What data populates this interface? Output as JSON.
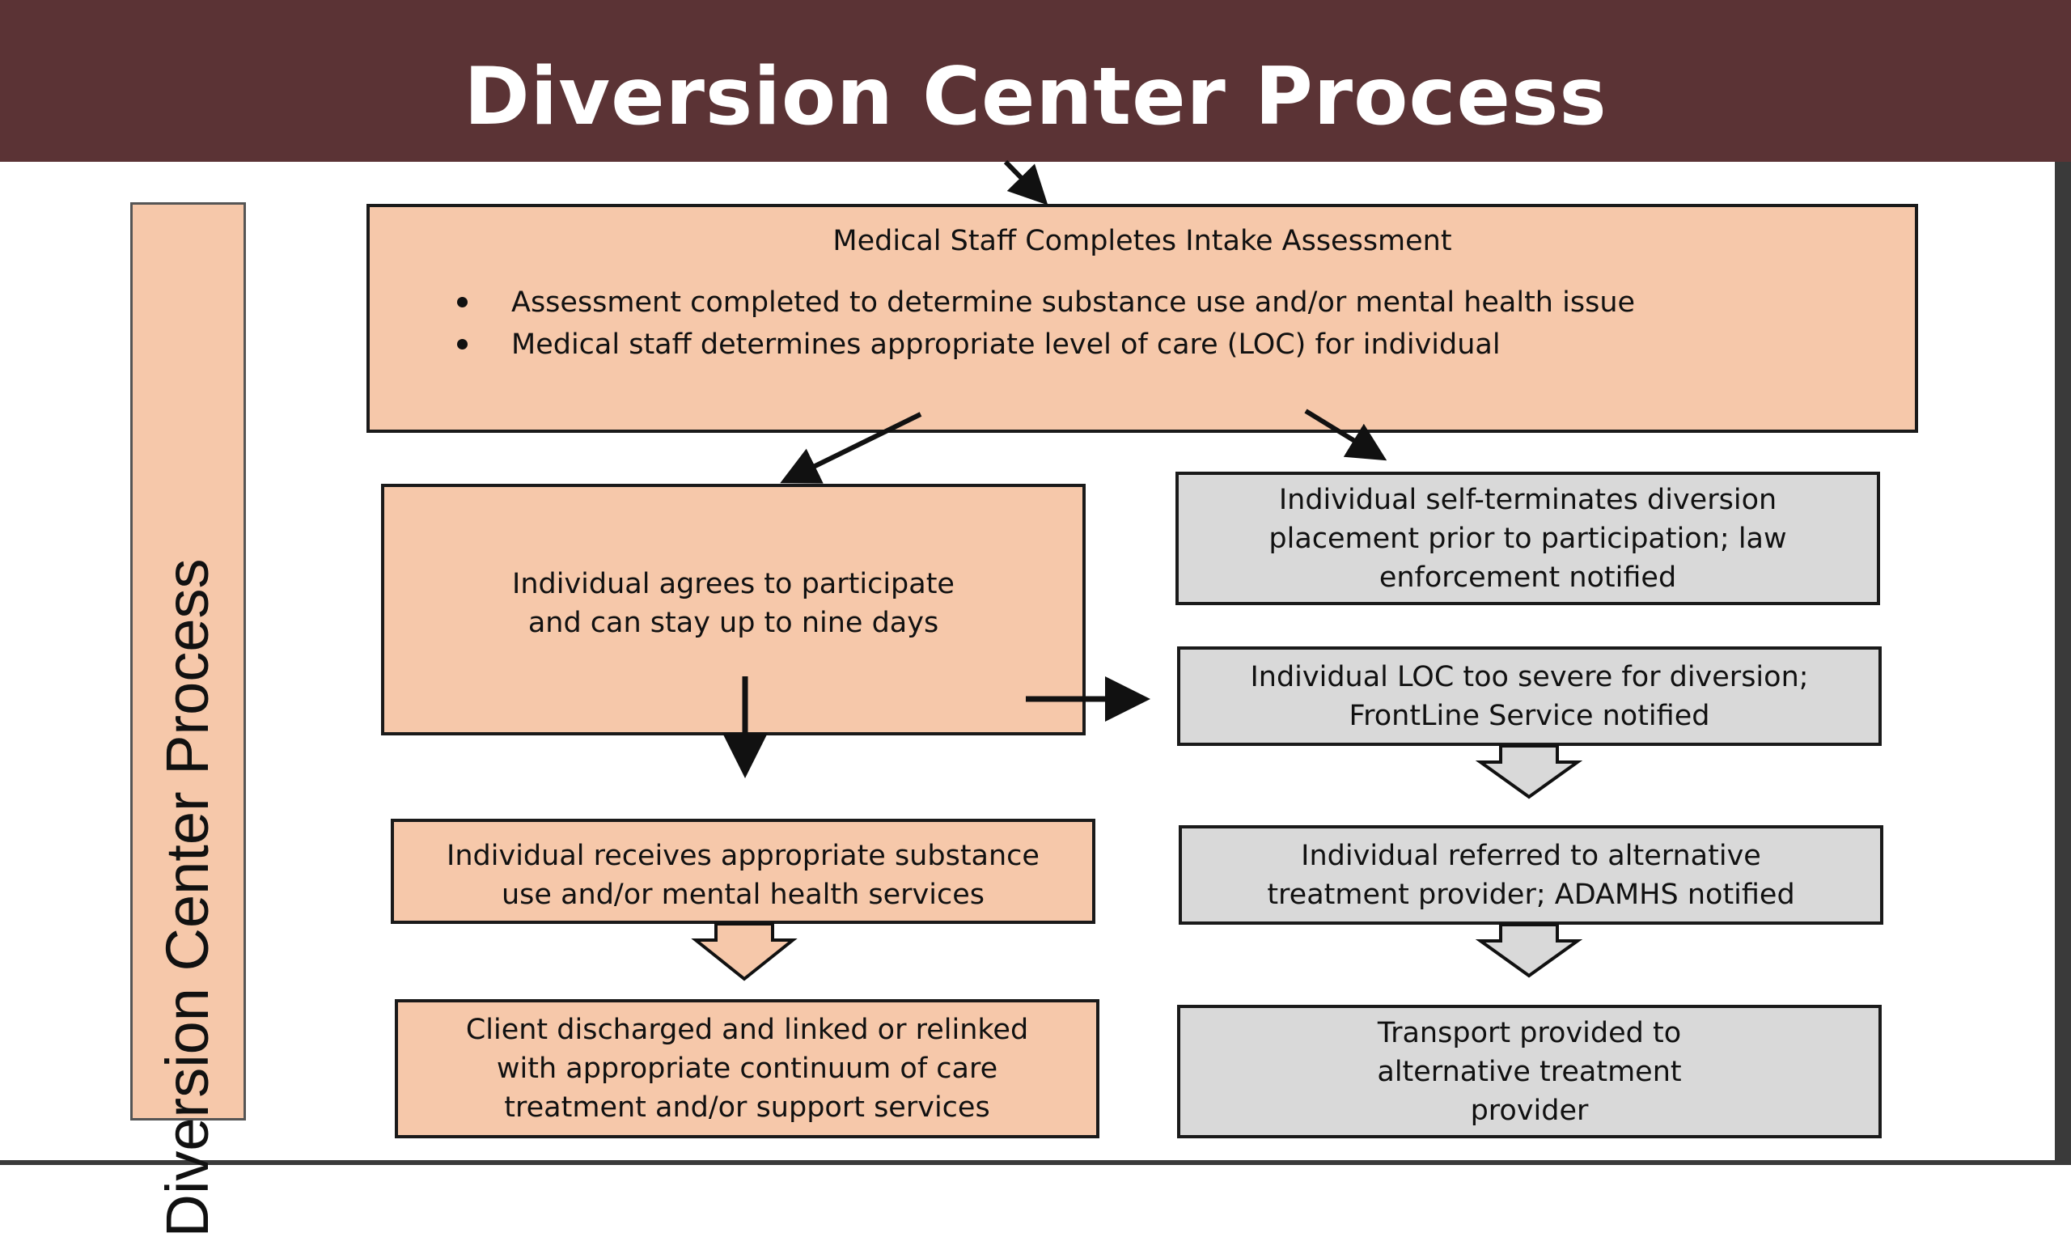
{
  "header": {
    "title": "Diversion Center Process"
  },
  "sidebar": {
    "label": "Diversion Center Process"
  },
  "intake": {
    "title": "Medical Staff Completes Intake Assessment",
    "bullets": [
      "Assessment completed to determine substance use and/or mental health issue",
      "Medical staff determines appropriate level of care (LOC) for individual"
    ]
  },
  "left_column": {
    "participate": "Individual agrees to participate and can stay up to nine days",
    "services": "Individual receives appropriate substance use and/or mental health services",
    "discharged": "Client discharged and linked or relinked with appropriate continuum of care treatment and/or support services"
  },
  "right_column": {
    "self_terminates": "Individual self-terminates diversion placement prior to participation; law enforcement notified",
    "too_severe": "Individual LOC too severe for diversion; FrontLine Service notified",
    "referred": "Individual referred to alternative treatment provider; ADAMHS notified",
    "transport": "Transport provided to alternative treatment provider"
  },
  "colors": {
    "header": "#5b3335",
    "peach": "#f6c8aa",
    "grey": "#d9d9d9",
    "border": "#1a1a1a"
  }
}
